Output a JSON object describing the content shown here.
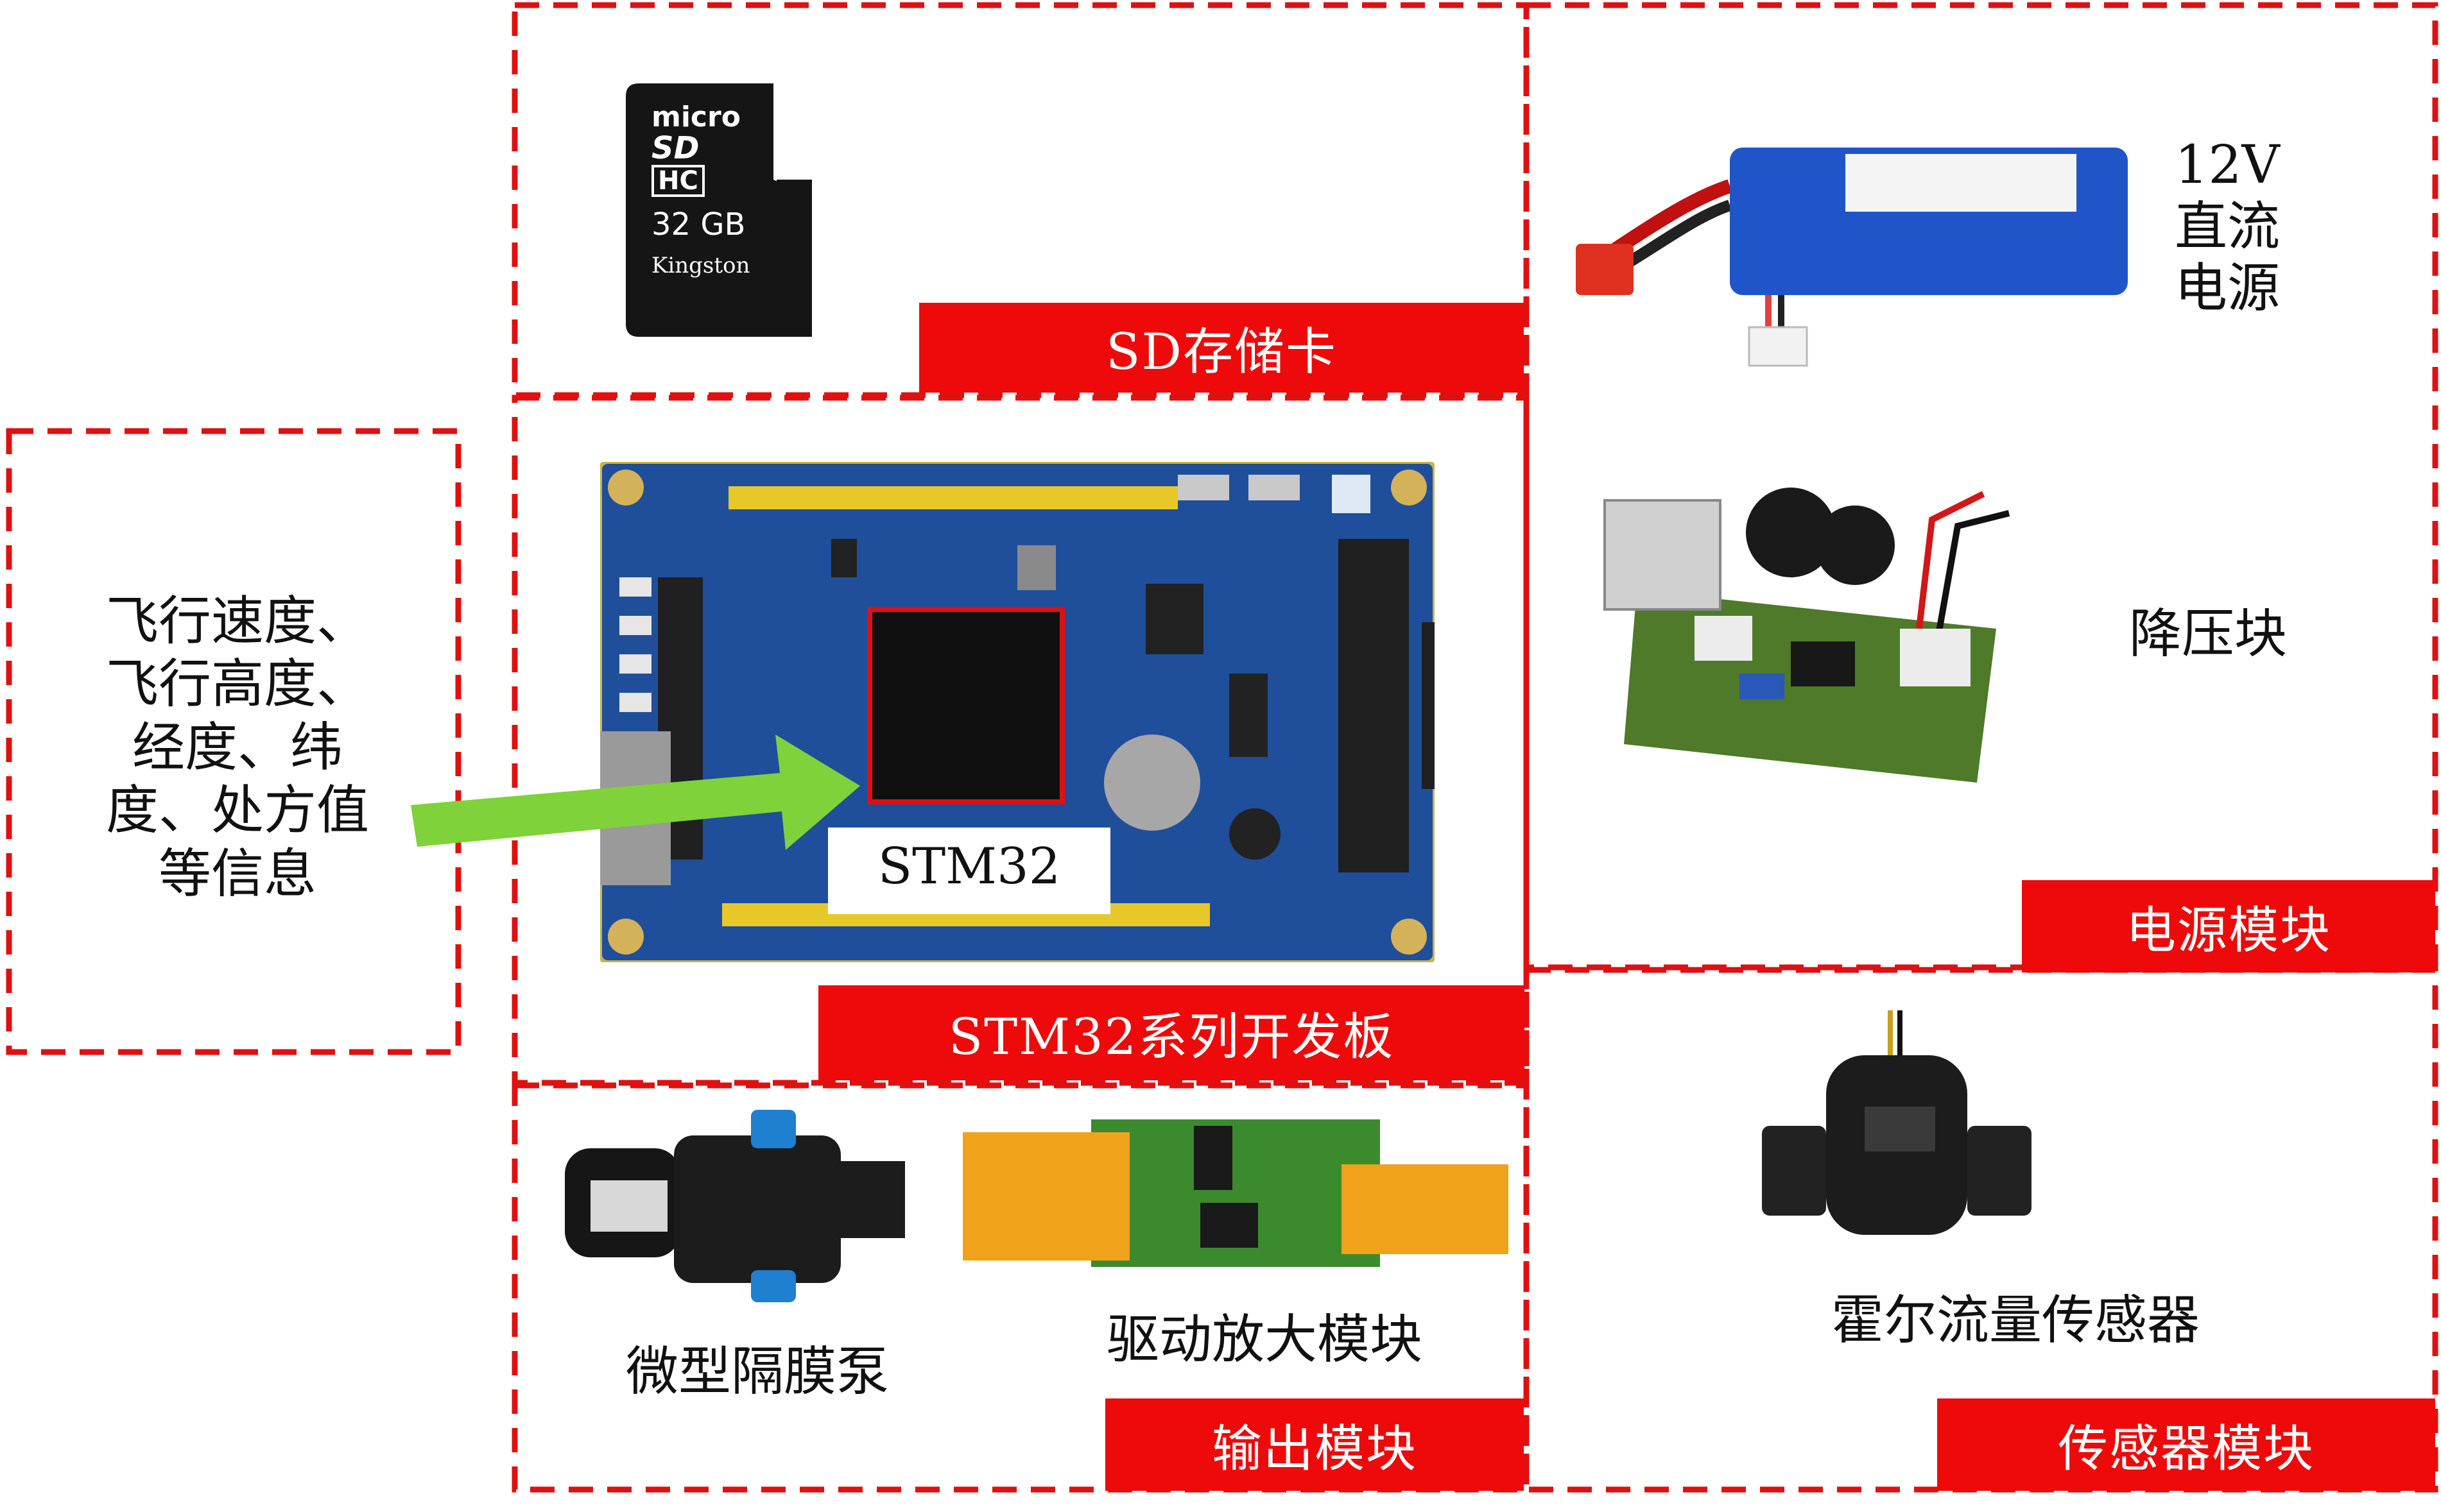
{
  "info_panel": {
    "lines": [
      "飞行速度、",
      "飞行高度、",
      "经度、纬",
      "度、处方值",
      "等信息"
    ]
  },
  "storage": {
    "label": "SD存储卡",
    "card_lines": [
      "micro",
      "SD",
      "HC",
      "32 GB",
      "Kingston"
    ]
  },
  "mcu": {
    "board_label": "STM32",
    "section_label": "STM32系列开发板"
  },
  "power": {
    "battery_text": [
      "12V",
      "直流",
      "电源"
    ],
    "buck_text": "降压块",
    "section_label": "电源模块"
  },
  "output": {
    "pump_text": "微型隔膜泵",
    "driver_text": "驱动放大模块",
    "section_label": "输出模块"
  },
  "sensor": {
    "sensor_text": "霍尔流量传感器",
    "section_label": "传感器模块"
  },
  "colors": {
    "accent_red": "#ee0a0a",
    "arrow_green": "#7fd23a",
    "board_blue": "#1f4f9a"
  }
}
